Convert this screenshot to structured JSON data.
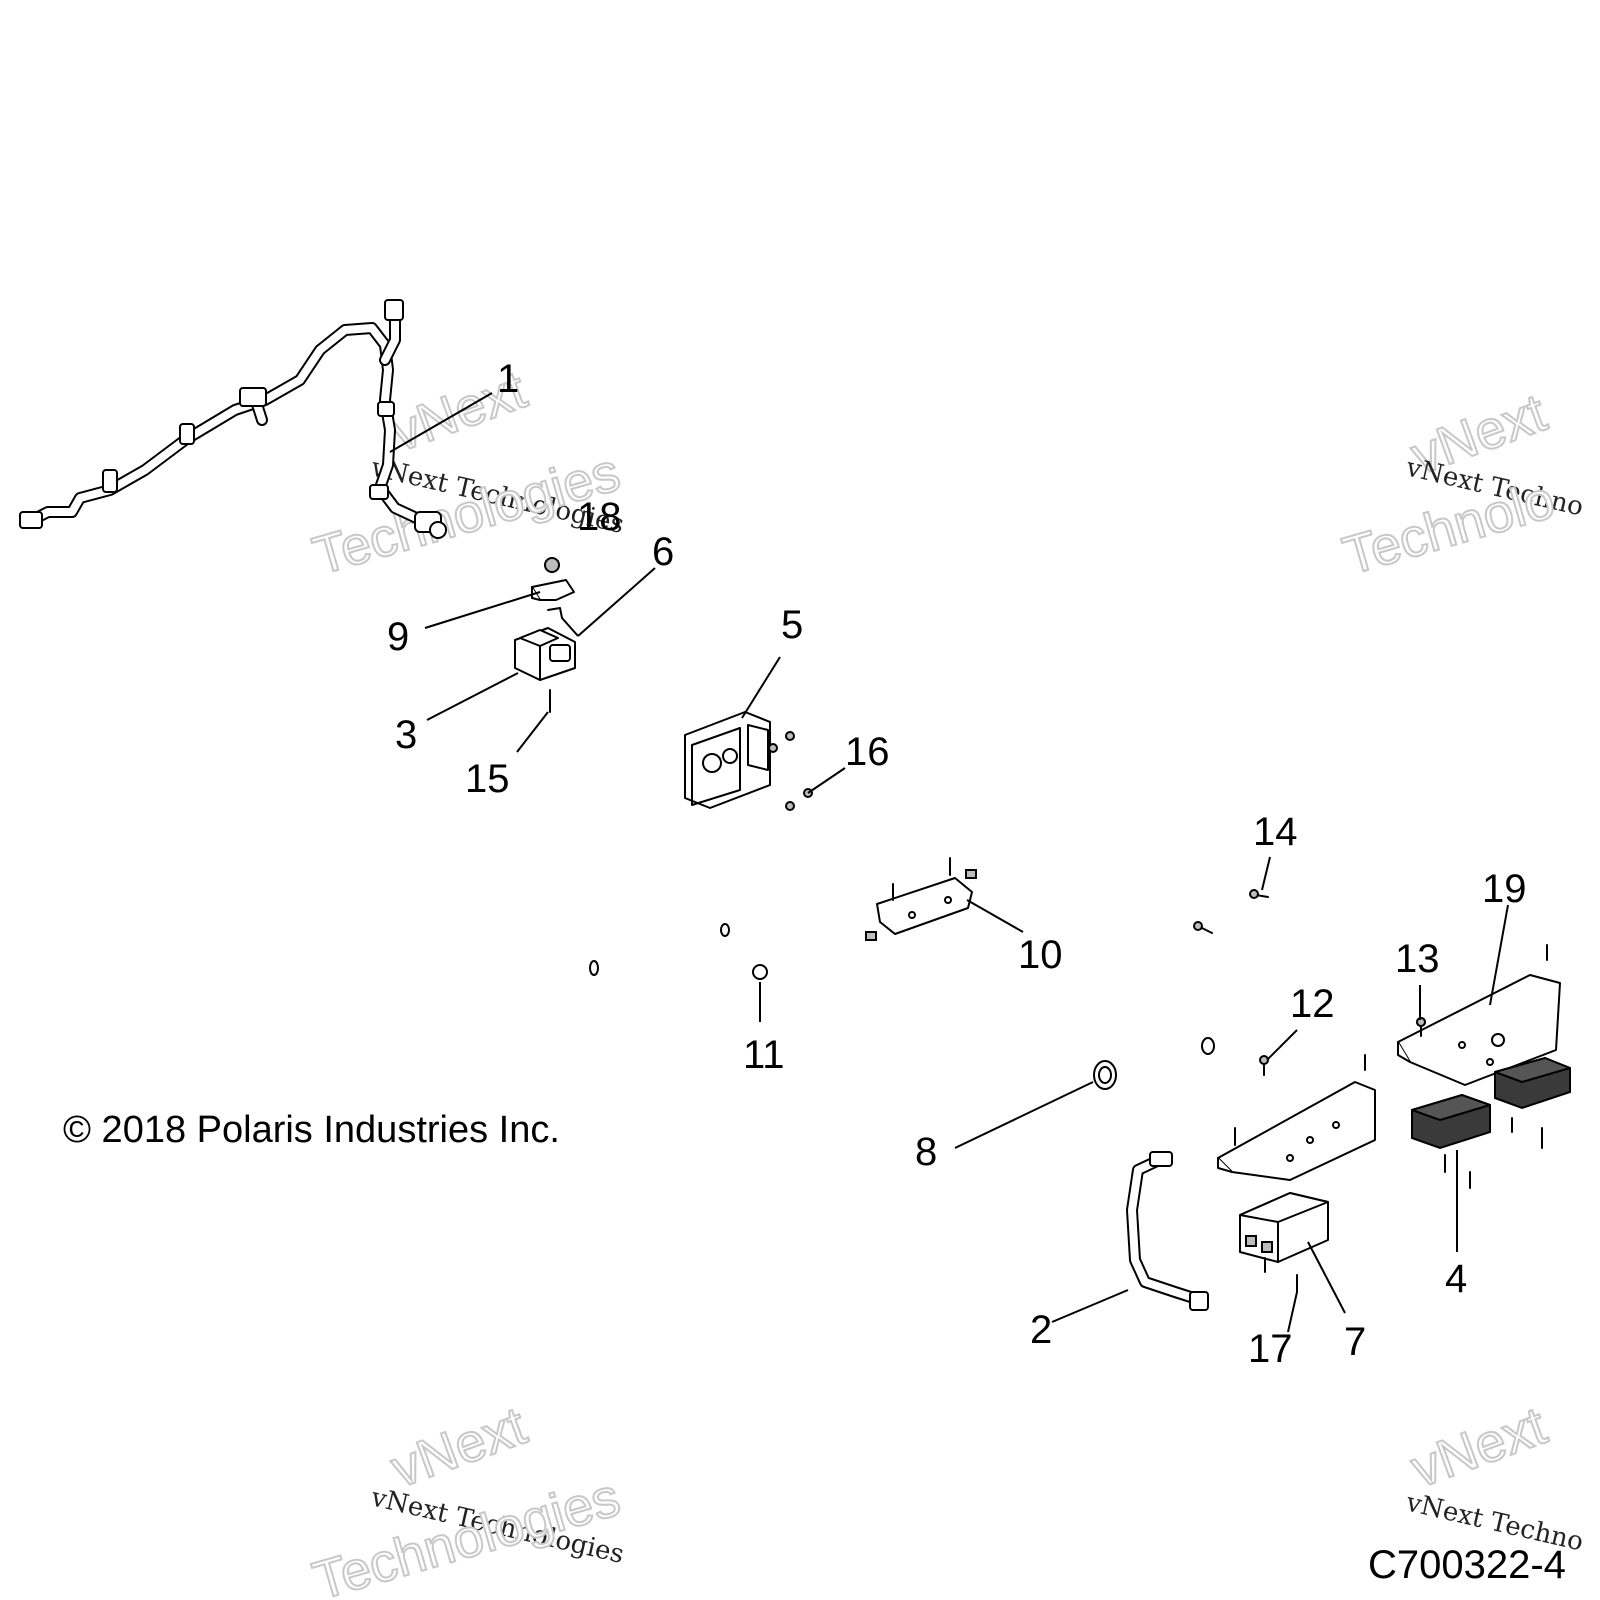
{
  "callouts": {
    "c1": "1",
    "c2": "2",
    "c3": "3",
    "c4": "4",
    "c5": "5",
    "c6": "6",
    "c7": "7",
    "c8": "8",
    "c9": "9",
    "c10": "10",
    "c11": "11",
    "c12": "12",
    "c13": "13",
    "c14": "14",
    "c15": "15",
    "c16": "16",
    "c17": "17",
    "c18": "18",
    "c19": "19"
  },
  "watermark": {
    "line1": "vNext",
    "line2": "vNext Technologies",
    "line3": "Technologies",
    "right_line2": "vNext Techno",
    "right_line3": "Technolo"
  },
  "copyright": "© 2018 Polaris Industries Inc.",
  "figure_id": "C700322-4"
}
